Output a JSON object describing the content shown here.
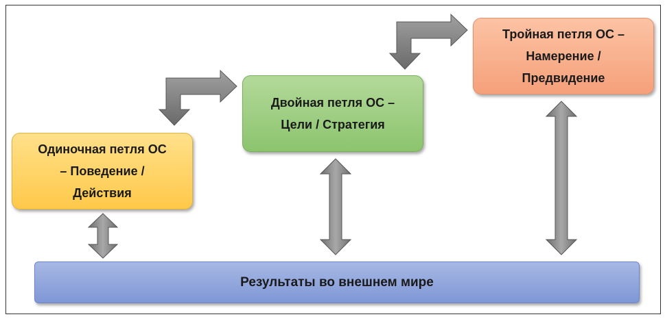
{
  "nodes": {
    "single": "Одиночная петля ОС\n– Поведение /\nДействия",
    "double": "Двойная петля ОС –\nЦели / Стратегия",
    "triple": "Тройная петля ОС –\nНамерение /\nПредвидение",
    "results": "Результаты во внешнем мире"
  },
  "colors": {
    "single": "#ffd166",
    "double": "#a0cf84",
    "triple": "#f8ae8a",
    "results": "#91a7dd",
    "arrow": "#8a8a8a"
  }
}
